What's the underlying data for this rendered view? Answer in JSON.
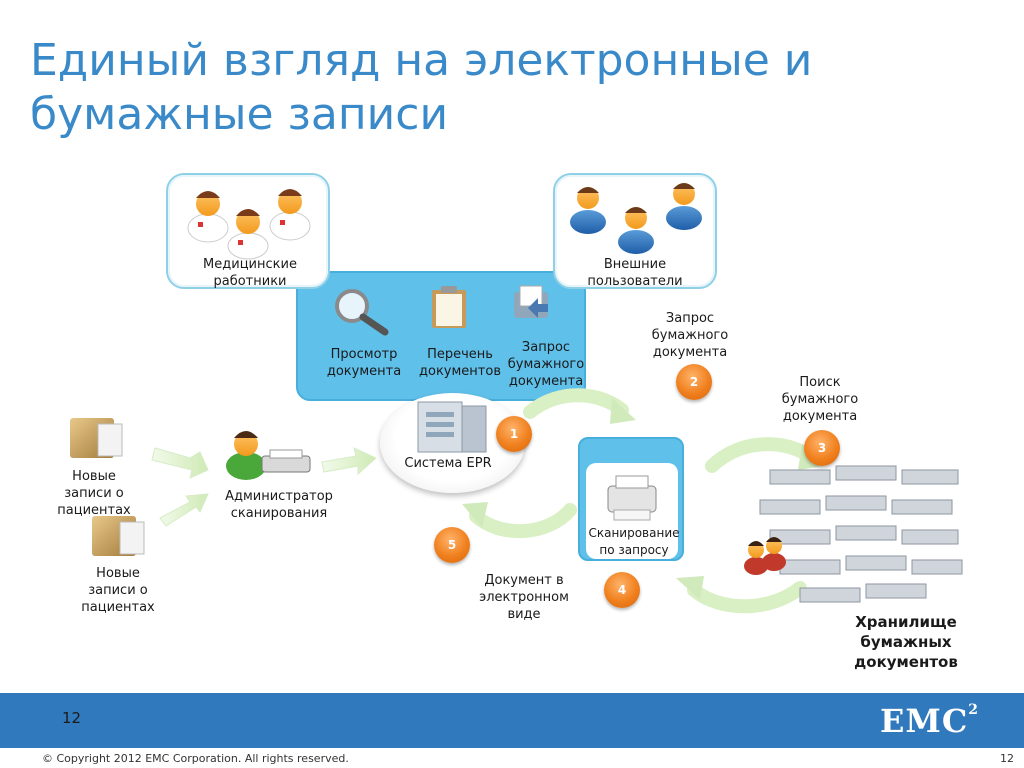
{
  "slide": {
    "title_line1": "Единый взгляд на электронные и",
    "title_line2": "бумажные записи"
  },
  "nodes": {
    "medical_staff": [
      "Медицинские",
      "работники"
    ],
    "external_users": [
      "Внешние",
      "пользователи"
    ],
    "view_document": [
      "Просмотр",
      "документа"
    ],
    "document_list": [
      "Перечень",
      "документов"
    ],
    "paper_request_inner": [
      "Запрос",
      "бумажного",
      "документа"
    ],
    "paper_request_outer": [
      "Запрос",
      "бумажного",
      "документа"
    ],
    "paper_search": [
      "Поиск",
      "бумажного",
      "документа"
    ],
    "epr_system": "Система EPR",
    "new_records_1": [
      "Новые",
      "записи о",
      "пациентах"
    ],
    "new_records_2": [
      "Новые",
      "записи о",
      "пациентах"
    ],
    "scan_admin": [
      "Администратор",
      "сканирования"
    ],
    "scan_on_request": [
      "Сканирование",
      "по запросу"
    ],
    "electronic_doc": [
      "Документ в",
      "электронном",
      "виде"
    ],
    "storage": [
      "Хранилище",
      "бумажных",
      "документов"
    ]
  },
  "steps": [
    "1",
    "2",
    "3",
    "4",
    "5"
  ],
  "footer": {
    "page_number": "12",
    "logo": "EMC",
    "logo_sup": "2",
    "copyright": "© Copyright 2012 EMC Corporation. All rights reserved.",
    "page_number_small": "12"
  },
  "colors": {
    "title": "#3a8ac9",
    "panel": "#5fc0ea",
    "badge": "#f0801e",
    "footer": "#2f79bc",
    "arrow": "#d9f0c4"
  },
  "icons": [
    "doctor-icon",
    "user-icon",
    "magnifier-icon",
    "clipboard-icon",
    "folder-arrow-icon",
    "server-icon",
    "printer-icon",
    "scanner-admin-icon",
    "archive-box-icon",
    "storage-racks-icon",
    "people-group-icon"
  ]
}
